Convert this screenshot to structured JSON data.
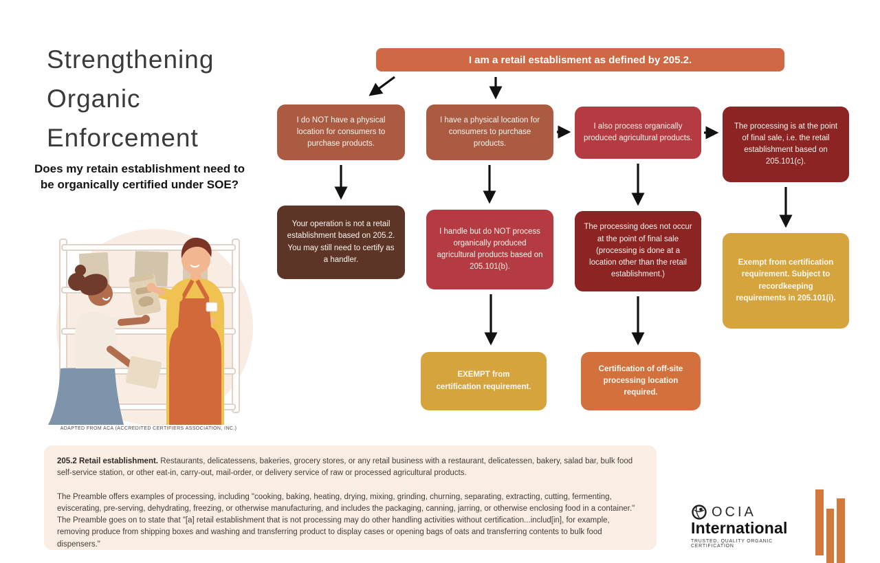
{
  "page": {
    "title_lines": [
      "Strengthening",
      "Organic",
      "Enforcement"
    ],
    "subtitle": "Does my retain establishment need to be organically certified under SOE?",
    "caption": "ADAPTED FROM ACA (ACCREDITED CERTIFIERS ASSOCIATION, INC.)"
  },
  "flowchart": {
    "root": {
      "text": "I am a retail establisment as defined by 205.2."
    },
    "no_location": {
      "text": "I do NOT have a physical location for consumers to purchase products."
    },
    "has_location": {
      "text": "I have a physical location for consumers to purchase products."
    },
    "also_process": {
      "text": "I also process organically produced agricultural products."
    },
    "pos_process": {
      "text": "The processing is at the point of final sale, i.e. the retail establishment based on 205.101(c)."
    },
    "not_retail": {
      "text": "Your operation is not a retail establishment based on 205.2. You may still need to certify as a handler."
    },
    "handle_only": {
      "text": "I handle but do NOT process organically produced agricultural products based on 205.101(b)."
    },
    "offsite": {
      "text": "The processing does not occur at the point of final sale (processing is done at a location other than the retail establishment.)"
    },
    "exempt_record": {
      "text": "Exempt from certification requirement. Subject to recordkeeping requirements in 205.101(i)."
    },
    "exempt": {
      "text": "EXEMPT from certification requirement."
    },
    "offsite_cert": {
      "text": "Certification of off-site processing location required."
    }
  },
  "footnote": {
    "heading": "205.2 Retail establishment.",
    "paragraph1": " Restaurants, delicatessens, bakeries, grocery stores, or any retail business with a restaurant, delicatessen, bakery, salad bar, bulk food self-service station, or other eat-in, carry-out, mail-order, or delivery service of raw or processed agricultural products.",
    "paragraph2": "The Preamble offers examples of processing, including \"cooking, baking, heating, drying, mixing, grinding, churning, separating, extracting, cutting, fermenting, eviscerating, pre-serving, dehydrating, freezing, or otherwise manufacturing, and includes the packaging, canning, jarring, or otherwise enclosing food in a container.\" The Preamble goes on to state that \"[a] retail establishment that is not processing may do other handling activities without certification...includ[in], for example, removing produce from shipping boxes and washing and transferring product to display cases or opening bags of oats and transferring contents to bulk food dispensers.\""
  },
  "logo": {
    "name": "OCIA",
    "international": "International",
    "tagline": "TRUSTED, QUALITY ORGANIC CERTIFICATION",
    "emblem_icon": "ocia-globe-emblem",
    "bars_icon": "three-vertical-bars"
  },
  "colors": {
    "banner_orange": "#ce6845",
    "rust": "#aa5b41",
    "red": "#b33b41",
    "dark_red": "#8b2423",
    "brown": "#5d3527",
    "yellow": "#d5a43c",
    "orange": "#d2713e",
    "panel_bg": "#faeee4",
    "bar_orange": "#d2793e",
    "arrow_black": "#111111"
  }
}
